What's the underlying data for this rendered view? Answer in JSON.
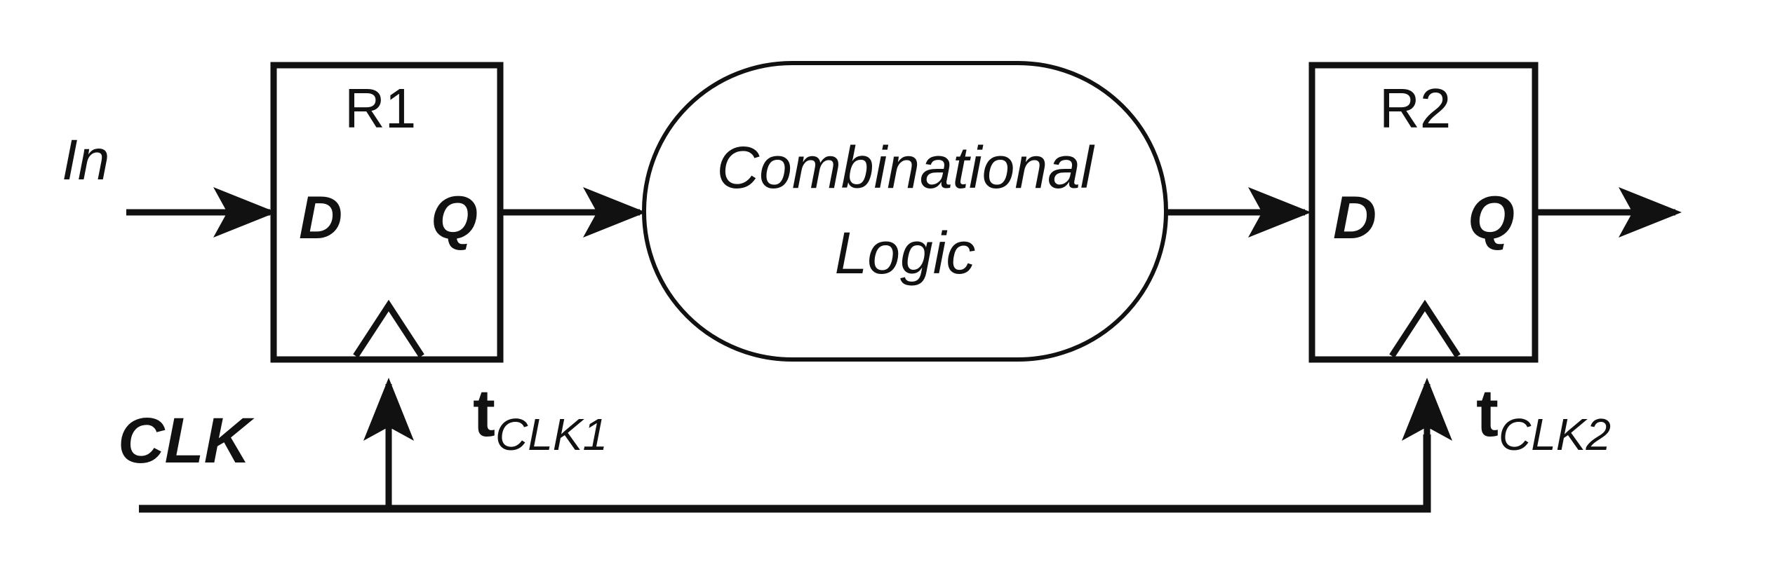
{
  "diagram": {
    "input_label": "In",
    "clock_label": "CLK",
    "register_1": {
      "name": "R1",
      "d_label": "D",
      "q_label": "Q",
      "clock_time": {
        "main": "t",
        "sub": "CLK1"
      }
    },
    "register_2": {
      "name": "R2",
      "d_label": "D",
      "q_label": "Q",
      "clock_time": {
        "main": "t",
        "sub": "CLK2"
      }
    },
    "logic_block": {
      "line1": "Combinational",
      "line2": "Logic"
    },
    "colors": {
      "stroke": "#111111",
      "background": "#ffffff"
    }
  }
}
